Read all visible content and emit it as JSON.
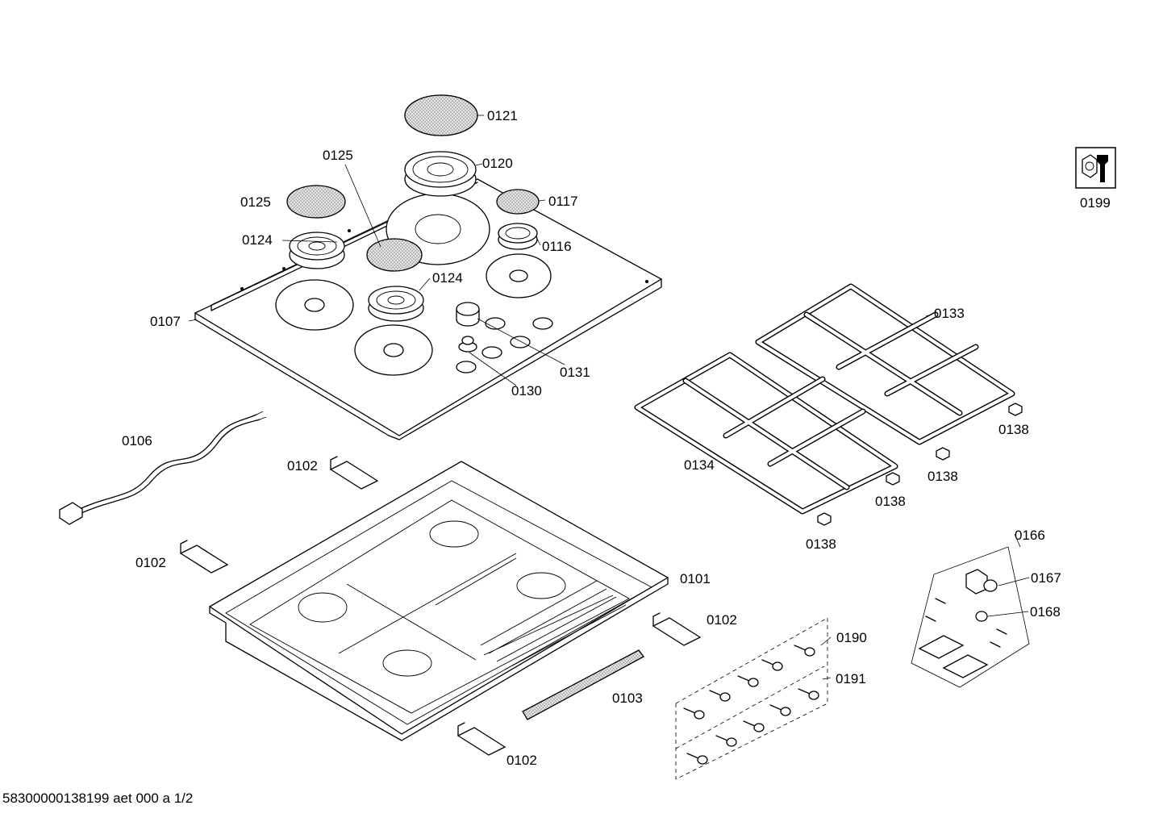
{
  "document": {
    "footer_text": "58300000138199 aet 000 a 1/2"
  },
  "part_labels": [
    "0121",
    "0120",
    "0125",
    "0125",
    "0117",
    "0124",
    "0116",
    "0124",
    "0107",
    "0131",
    "0130",
    "0133",
    "0199",
    "0106",
    "0102",
    "0134",
    "0138",
    "0138",
    "0138",
    "0138",
    "0102",
    "0101",
    "0166",
    "0167",
    "0102",
    "0168",
    "0190",
    "0191",
    "0103",
    "0102"
  ],
  "icons": [
    "service-tool-icon"
  ],
  "colors": {
    "line": "#000000",
    "fill_grey": "#cfcfcf",
    "background": "#ffffff"
  }
}
